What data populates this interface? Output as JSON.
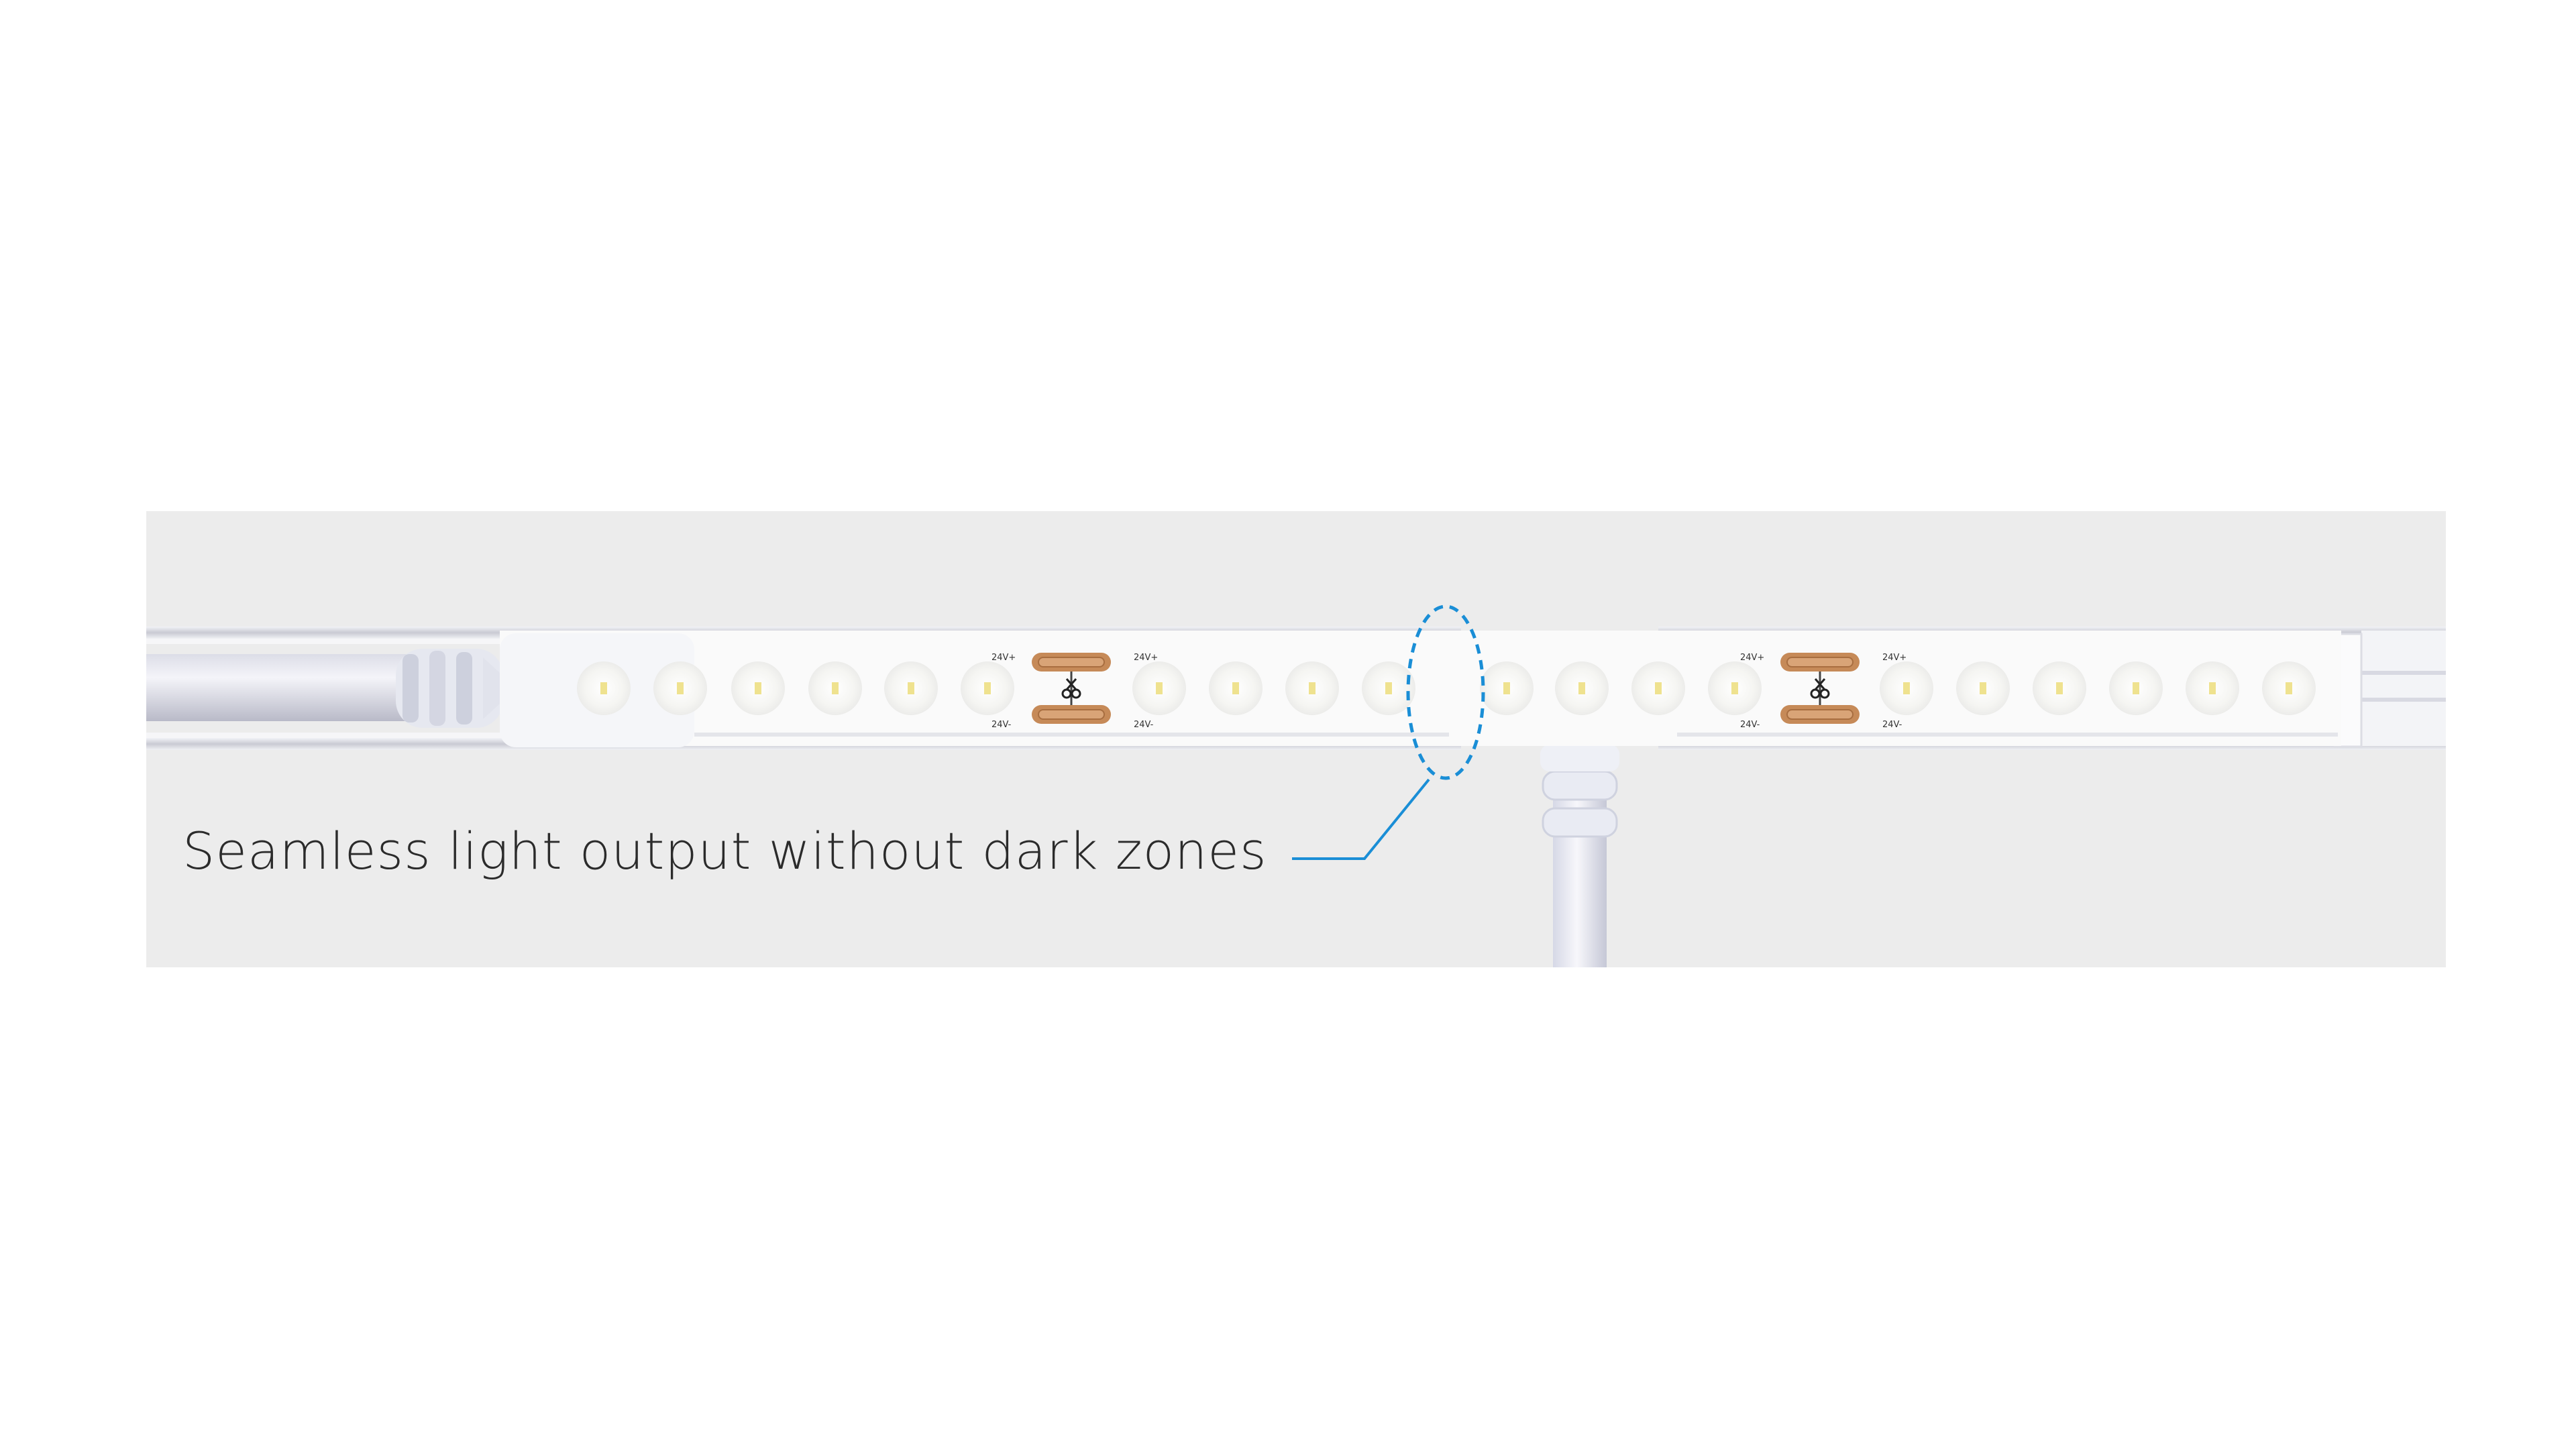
{
  "caption": "Seamless light output without dark zones",
  "pad_labels": {
    "positive": "24V+",
    "negative": "24V-"
  },
  "colors": {
    "panel": "#ececec",
    "strip": "#fafafa",
    "led_core": "#efe28f",
    "copper_pad": "#c68a58",
    "callout": "#1a8ed6",
    "connector": "#e6e8f0"
  },
  "icons": {
    "cut_mark": "scissors-icon"
  }
}
